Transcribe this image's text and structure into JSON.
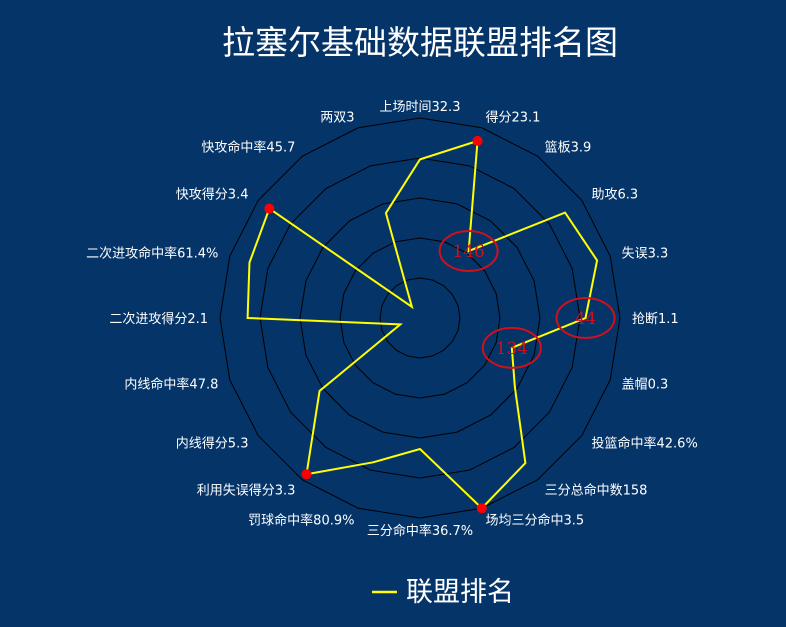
{
  "chart_data": {
    "type": "radar",
    "title": "拉塞尔基础数据联盟排名图",
    "axes": [
      "上场时间32.3",
      "得分23.1",
      "篮板3.9",
      "助攻6.3",
      "失误3.3",
      "抢断1.1",
      "盖帽0.3",
      "投篮命中率42.6%",
      "三分总命中数158",
      "场均三分命中3.5",
      "三分命中率36.7%",
      "罚球命中率80.9%",
      "利用失误得分3.3",
      "内线得分5.3",
      "内线命中率47.8",
      "二次进攻得分2.1",
      "二次进攻命中率61.4%",
      "快攻得分3.4",
      "快攻命中率45.7",
      "两双3"
    ],
    "series": [
      {
        "name": "联盟排名",
        "values": [
          7,
          3,
          18,
          4,
          3,
          6,
          16,
          13,
          4,
          1,
          11,
          8,
          2,
          12,
          27,
          5,
          4,
          3,
          28,
          14
        ],
        "color": "#ffff00"
      }
    ],
    "value_range": [
      30,
      1
    ],
    "rings": 5,
    "highlighted_points": [
      1,
      9,
      12,
      17
    ],
    "highlight_color": "#ff0000",
    "annotations": [
      {
        "axis": 2,
        "text": "146"
      },
      {
        "axis": 5,
        "text": "44"
      },
      {
        "axis": 6,
        "text": "134"
      }
    ],
    "legend": "bottom",
    "grid_color": "#000000",
    "background": "#053469"
  }
}
